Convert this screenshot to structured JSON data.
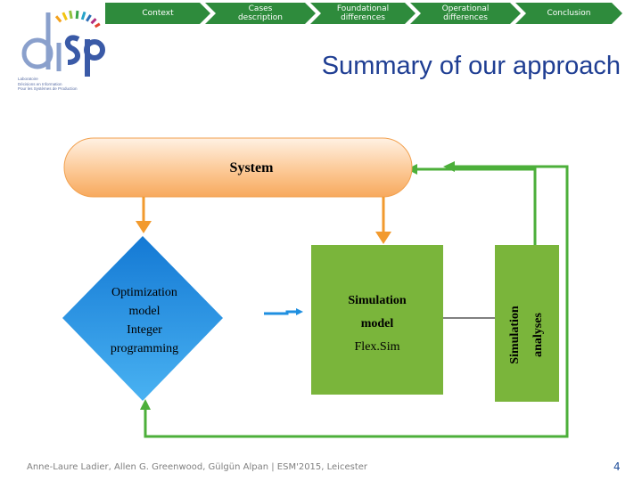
{
  "nav": {
    "items": [
      {
        "label": "Context"
      },
      {
        "label": "Cases description"
      },
      {
        "label": "Foundational differences"
      },
      {
        "label": "Operational differences"
      },
      {
        "label": "Conclusion"
      }
    ]
  },
  "logo": {
    "wordmark": "disp",
    "subtitle_lines": [
      "Laboratoire",
      "Décisions en Information",
      "Pour les Systèmes de Production"
    ]
  },
  "slide": {
    "title": "Summary of our approach"
  },
  "diagram": {
    "system_label": "System",
    "optimization": [
      "Optimization",
      "model",
      "Integer",
      "programming"
    ],
    "simulation": [
      "Simulation",
      "model",
      "Flex.Sim"
    ],
    "analyses": [
      "Simulation",
      "analyses"
    ]
  },
  "footer": {
    "text": "Anne-Laure Ladier, Allen G. Greenwood, Gülgün Alpan | ESM'2015, Leicester",
    "page": "4"
  },
  "colors": {
    "nav_green": "#2e8b3c",
    "sim_green": "#7ab53b",
    "diamond_blue": "#1f8fe0",
    "system_orange": "#f8b36f",
    "arrow_orange": "#f29a2e",
    "title_blue": "#1f3e93"
  }
}
